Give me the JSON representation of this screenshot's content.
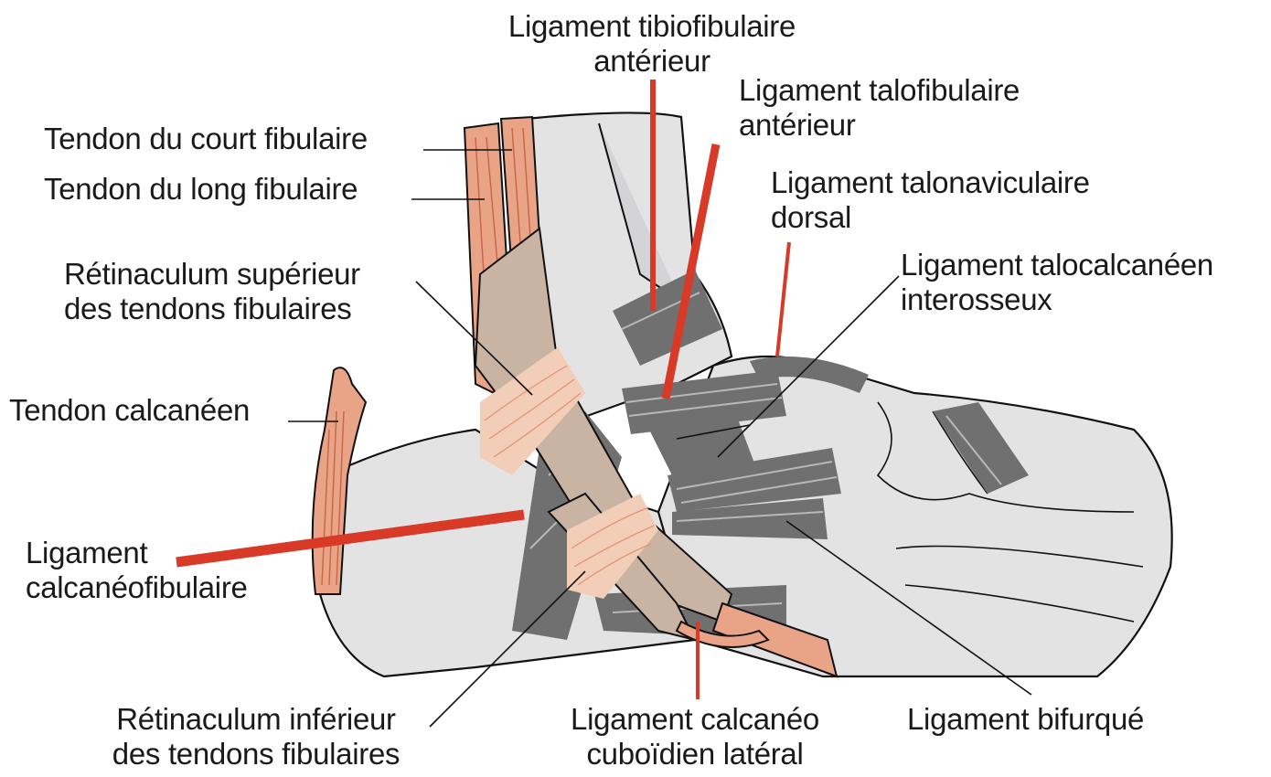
{
  "title": "Ligaments latéraux de la cheville",
  "colors": {
    "pointer_red": "#d93a28",
    "ligament_gray": "#707070",
    "bone": "#e3e3e4",
    "tendon": "#e9a488",
    "retinaculum": "#f2cdb8",
    "sheath": "#c9b3a3"
  },
  "labels": {
    "tibiofibulaire": {
      "line1": "Ligament tibiofibulaire",
      "line2": "antérieur"
    },
    "talofibulaire": {
      "line1": "Ligament talofibulaire",
      "line2": "antérieur"
    },
    "talonaviculaire": {
      "line1": "Ligament talonaviculaire",
      "line2": "dorsal"
    },
    "talocalcaneen": {
      "line1": "Ligament talocalcanéen",
      "line2": "interosseux"
    },
    "court_fibulaire": {
      "line1": "Tendon du court fibulaire"
    },
    "long_fibulaire": {
      "line1": "Tendon du long fibulaire"
    },
    "retinaculum_sup": {
      "line1": "Rétinaculum supérieur",
      "line2": "des tendons fibulaires"
    },
    "calcaneen": {
      "line1": "Tendon calcanéen"
    },
    "calcaneofibulaire": {
      "line1": "Ligament",
      "line2": "calcanéofibulaire"
    },
    "retinaculum_inf": {
      "line1": "Rétinaculum inférieur",
      "line2": "des tendons fibulaires"
    },
    "calcaneo_cuboidien": {
      "line1": "Ligament calcanéo",
      "line2": "cuboïdien latéral"
    },
    "bifurque": {
      "line1": "Ligament bifurqué"
    }
  }
}
